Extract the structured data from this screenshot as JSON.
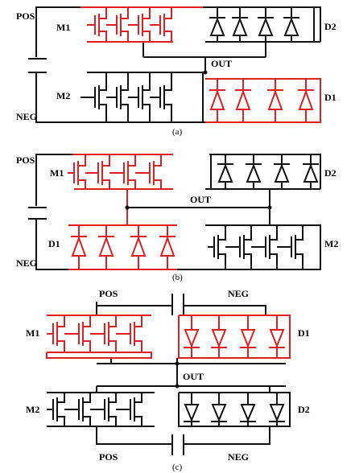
{
  "colors": {
    "active": "#e02020",
    "passive": "#111111",
    "background": "#ffffff"
  },
  "panel_a": {
    "pos": "POS",
    "neg": "NEG",
    "m1": "M1",
    "m2": "M2",
    "d1": "D1",
    "d2": "D2",
    "out": "OUT",
    "caption": "(a)"
  },
  "panel_b": {
    "pos": "POS",
    "neg": "NEG",
    "m1": "M1",
    "m2": "M2",
    "d1": "D1",
    "d2": "D2",
    "out": "OUT",
    "caption": "(b)"
  },
  "panel_c": {
    "pos_top": "POS",
    "neg_top": "NEG",
    "pos_bottom": "POS",
    "neg_bottom": "NEG",
    "m1": "M1",
    "m2": "M2",
    "d1": "D1",
    "d2": "D2",
    "out": "OUT",
    "caption": "(c)"
  }
}
